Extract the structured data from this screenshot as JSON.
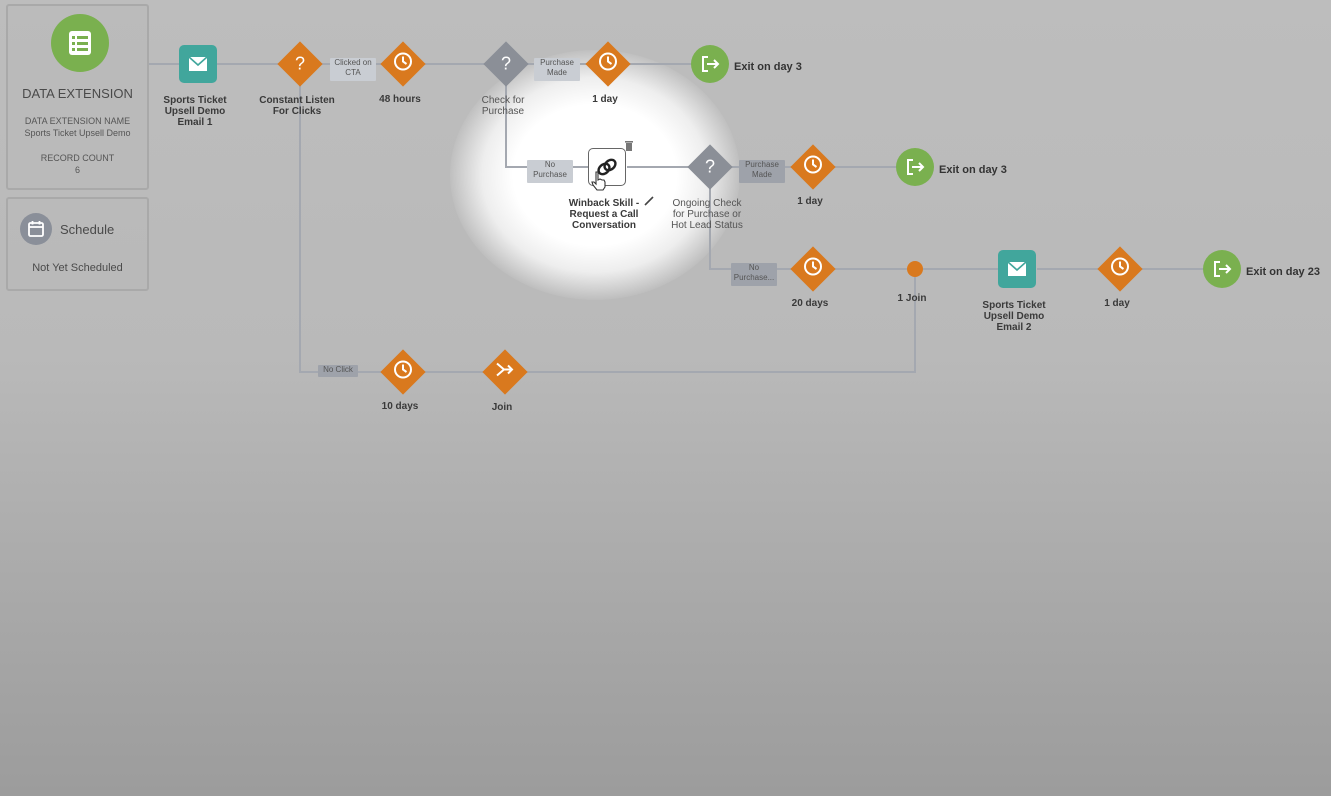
{
  "data_extension": {
    "title": "DATA EXTENSION",
    "name_label": "DATA EXTENSION NAME",
    "name_value": "Sports Ticket Upsell Demo",
    "count_label": "RECORD COUNT",
    "count_value": "6"
  },
  "schedule": {
    "title": "Schedule",
    "status": "Not Yet Scheduled"
  },
  "nodes": {
    "email1": "Sports Ticket\nUpsell Demo\nEmail 1",
    "listen": "Constant Listen\nFor Clicks",
    "wait48": "48 hours",
    "check_purchase": "Check for\nPurchase",
    "wait1a": "1 day",
    "exit1": "Exit on day 3",
    "winback": "Winback Skill -\nRequest a Call\nConversation",
    "ongoing_check": "Ongoing Check\nfor Purchase or\nHot Lead Status",
    "wait1b": "1 day",
    "exit2": "Exit on day 3",
    "wait20": "20 days",
    "join1": "1 Join",
    "email2": "Sports Ticket\nUpsell Demo\nEmail 2",
    "wait1c": "1 day",
    "exit3": "Exit on day 23",
    "wait10": "10 days",
    "join": "Join"
  },
  "tags": {
    "clicked_cta": "Clicked on\nCTA",
    "purchase_made_1": "Purchase\nMade",
    "no_purchase_1": "No\nPurchase",
    "purchase_made_2": "Purchase\nMade",
    "no_purchase_2": "No\nPurchase...",
    "no_click": "No Click"
  },
  "colors": {
    "orange": "#d9791e",
    "gray_decision": "#8b8f97",
    "teal_email": "#41a69c",
    "green_exit": "#7ab04f"
  },
  "icons": {
    "data_extension": "list-icon",
    "schedule": "calendar-icon",
    "email": "envelope-icon",
    "wait": "clock-icon",
    "decision": "question-icon",
    "exit": "exit-icon",
    "winback": "link-icon",
    "join": "merge-icon",
    "edit": "pencil-icon",
    "delete": "trash-icon",
    "cursor": "hand-pointer-icon"
  }
}
